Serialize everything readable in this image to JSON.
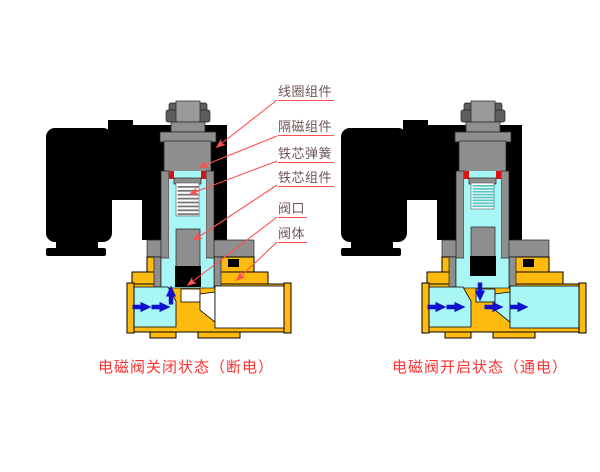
{
  "diagram": {
    "part_labels": [
      "线圈组件",
      "隔磁组件",
      "铁芯弹簧",
      "铁芯组件",
      "阀口",
      "阀体"
    ],
    "captions": {
      "closed": "电磁阀关闭状态（断电）",
      "open": "电磁阀开启状态（通电）"
    },
    "colors": {
      "background": "#FFFFFF",
      "coil_black": "#000000",
      "metal_gray": "#8F8F8F",
      "metal_gray_dark": "#5E5E5E",
      "metal_gray_light": "#9A9A9A",
      "fluid_cyan": "#A8F6F6",
      "body_yellow": "#FFBB0D",
      "seal_red": "#DD1111",
      "flow_arrow_blue": "#1111CC",
      "spring_coil_closed": "#787878",
      "spring_coil_open": "#5BC8C8",
      "empty_white": "#FFFFFF",
      "label_text": "#6D5656",
      "leader_red": "#FF5050",
      "caption_red": "#FF3333"
    }
  }
}
